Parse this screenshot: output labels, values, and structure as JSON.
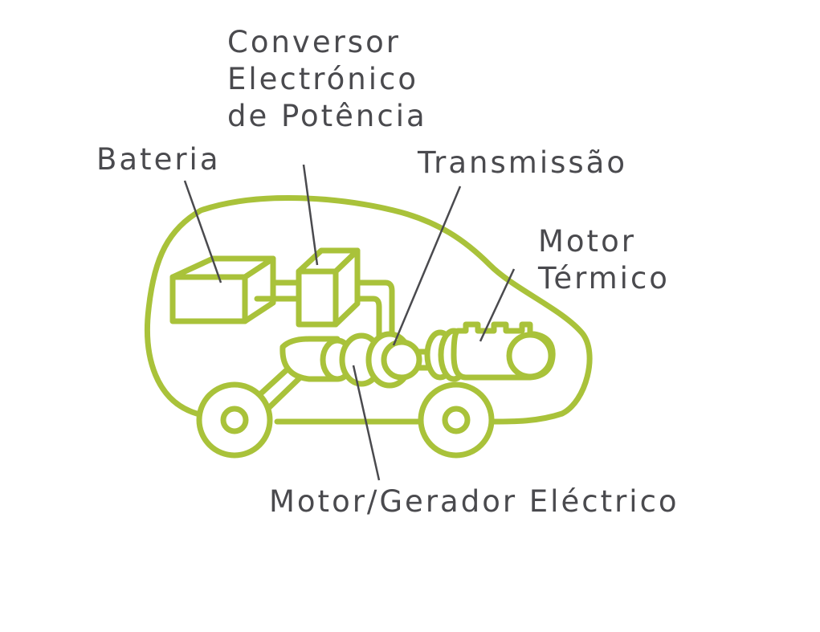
{
  "labels": {
    "converter_line1": "Conversor",
    "converter_line2": "Electrónico",
    "converter_line3": "de Potência",
    "battery": "Bateria",
    "transmission": "Transmissão",
    "engine_line1": "Motor",
    "engine_line2": "Térmico",
    "motor_generator": "Motor/Gerador Eléctrico"
  },
  "colors": {
    "outline": "#a9c23a",
    "text": "#4a4a4e",
    "background": "#ffffff"
  }
}
